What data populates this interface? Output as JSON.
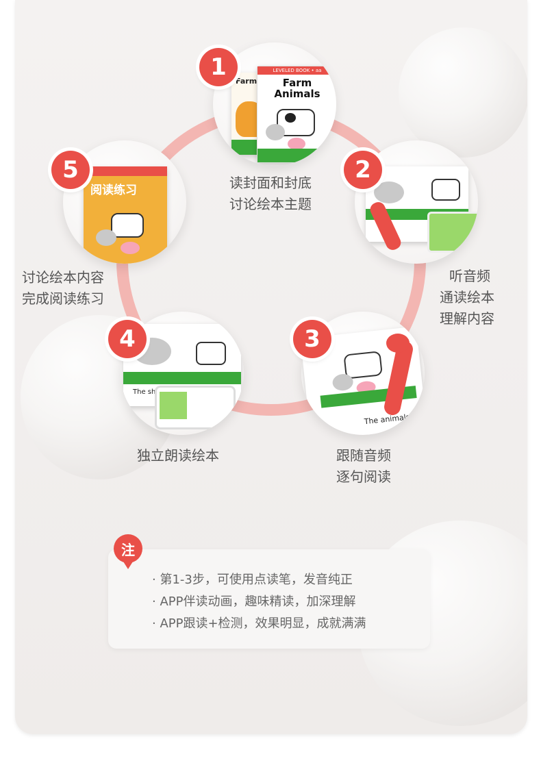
{
  "steps": [
    {
      "number": "1",
      "lines": [
        "读封面和封底",
        "讨论绘本主题"
      ],
      "book_title": "Farm Animals",
      "book_banner": "LEVELED BOOK • aa",
      "behind_title": "Farm A"
    },
    {
      "number": "2",
      "lines": [
        "听音频",
        "通读绘本",
        "理解内容"
      ]
    },
    {
      "number": "3",
      "lines": [
        "跟随音频",
        "逐句阅读"
      ],
      "page_text": "The animals"
    },
    {
      "number": "4",
      "lines": [
        "独立朗读绘本"
      ],
      "page_text": "The sh"
    },
    {
      "number": "5",
      "lines": [
        "讨论绘本内容",
        "完成阅读练习"
      ],
      "book_title": "阅读练习"
    }
  ],
  "note": {
    "badge": "注",
    "items": [
      "· 第1-3步，可使用点读笔，发音纯正",
      "· APP伴读动画，趣味精读，加深理解",
      "· APP跟读+检测，效果明显，成就满满"
    ]
  },
  "colors": {
    "accent": "#e94f48",
    "ring": "#f3b6b2",
    "background": "#f2efee"
  }
}
